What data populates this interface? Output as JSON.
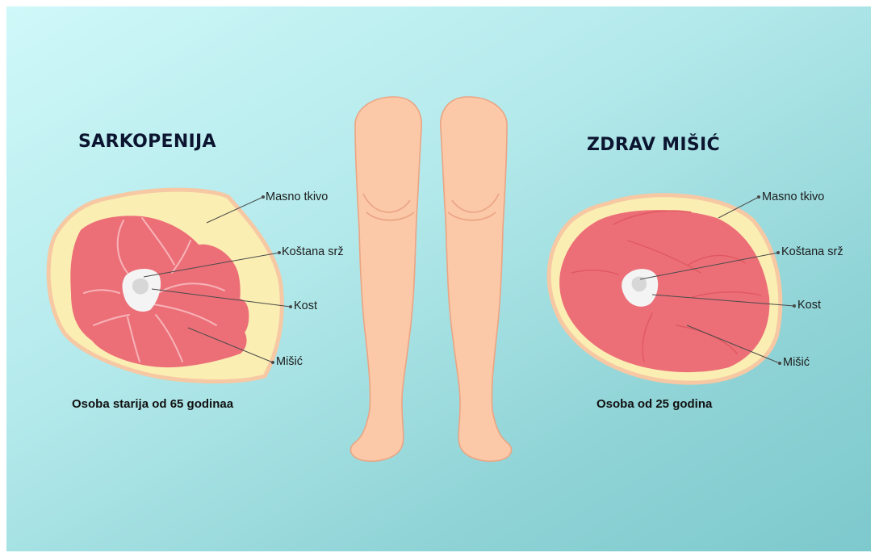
{
  "left_panel": {
    "title": "SARKOPENIJA",
    "caption": "Osoba starija od 65 godinaa",
    "labels": {
      "fat": "Masno tkivo",
      "marrow": "Koštana srž",
      "bone": "Kost",
      "muscle": "Mišić"
    }
  },
  "right_panel": {
    "title": "ZDRAV MIŠIĆ",
    "caption": "Osoba od 25 godina",
    "labels": {
      "fat": "Masno tkivo",
      "marrow": "Koštana srž",
      "bone": "Kost",
      "muscle": "Mišić"
    }
  },
  "colors": {
    "fat": "#fbeeb3",
    "fat_outline": "#f6c8a3",
    "muscle": "#ec6f78",
    "muscle_line": "#f7b4b8",
    "bone": "#f4f4f4",
    "marrow": "#d7d7d7",
    "skin": "#fbc8a8",
    "skin_line": "#eaa584",
    "leader": "#4a4a4a"
  }
}
